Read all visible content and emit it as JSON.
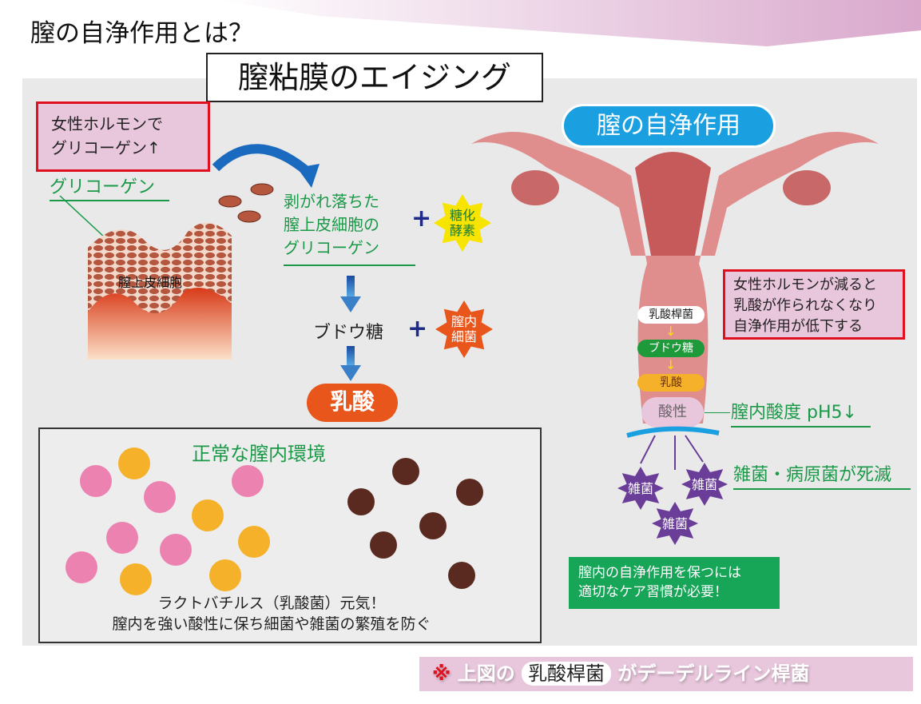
{
  "title": "膣の自浄作用とは？",
  "subtitle": "膣粘膜のエイジング",
  "hormone_box": [
    "女性ホルモンで",
    "グリコーゲン↑"
  ],
  "glycogen_label": "グリコーゲン",
  "epithelium_label": "膣上皮細胞",
  "peeled": [
    "剥がれ落ちた",
    "膣上皮細胞の",
    "グリコーゲン"
  ],
  "plus": "+",
  "enzyme": [
    "糖化",
    "酵素"
  ],
  "glucose": "ブドウ糖",
  "vaginal_bacteria": [
    "膣内",
    "細菌"
  ],
  "lactic_acid": "乳酸",
  "environment": {
    "title": "正常な膣内環境",
    "caption": [
      "ラクトバチルス（乳酸菌）元気！",
      "膣内を強い酸性に保ち細菌や雑菌の繁殖を防ぐ"
    ]
  },
  "self_cleaning": "膣の自浄作用",
  "decline_box": [
    "女性ホルモンが減ると",
    "乳酸が作られなくなり",
    "自浄作用が低下する"
  ],
  "chain": [
    "乳酸桿菌",
    "ブドウ糖",
    "乳酸",
    "酸性"
  ],
  "ph_label": "膣内酸度 pH5↓",
  "germ": "雑菌",
  "die_label": "雑菌・病原菌が死滅",
  "care_box": [
    "膣内の自浄作用を保つには",
    "適切なケア習慣が必要！"
  ],
  "note": {
    "mark": "※",
    "pre": "上図の",
    "pill": "乳酸桿菌",
    "post": "がデーデルライン桿菌"
  },
  "colors": {
    "green": "#1a9a48",
    "red": "#e0101e",
    "pink": "#e8c6dc",
    "blue": "#1aa0e0",
    "orange": "#e8561c",
    "purple": "#6a3d98"
  }
}
